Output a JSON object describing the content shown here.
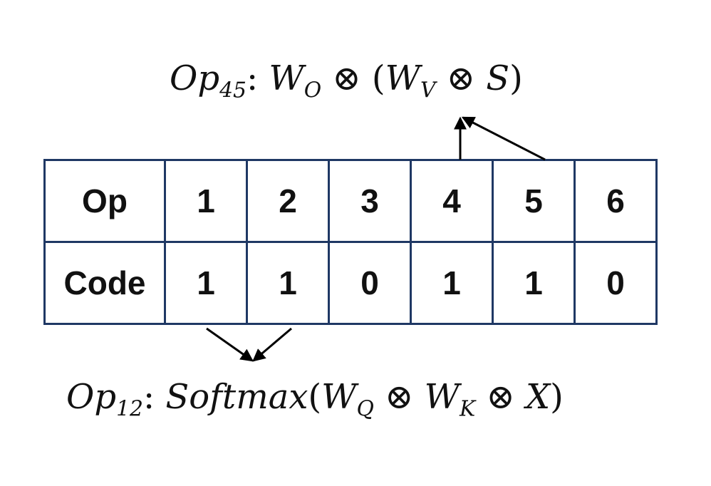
{
  "formulas": {
    "top": {
      "op": "Op",
      "op_sub": "45",
      "colon": ":",
      "w1": "W",
      "w1_sub": "O",
      "otimes1": "⊗",
      "lparen": "(",
      "w2": "W",
      "w2_sub": "V",
      "otimes2": "⊗",
      "s": "S",
      "rparen": ")"
    },
    "bottom": {
      "op": "Op",
      "op_sub": "12",
      "colon": ":",
      "fn": "Softmax",
      "lparen": "(",
      "w1": "W",
      "w1_sub": "Q",
      "otimes1": "⊗",
      "w2": "W",
      "w2_sub": "K",
      "otimes2": "⊗",
      "x": "X",
      "rparen": ")"
    }
  },
  "table": {
    "rows": [
      {
        "header": "Op",
        "cells": [
          "1",
          "2",
          "3",
          "4",
          "5",
          "6"
        ]
      },
      {
        "header": "Code",
        "cells": [
          "1",
          "1",
          "0",
          "1",
          "1",
          "0"
        ]
      }
    ]
  },
  "colors": {
    "border": "#1f3864",
    "text": "#111111",
    "arrow": "#000000"
  }
}
